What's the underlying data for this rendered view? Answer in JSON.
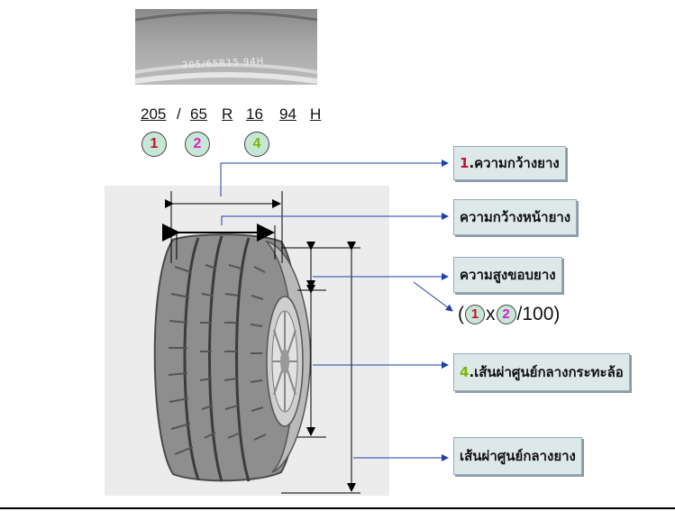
{
  "photo": {
    "sidewall_text": "205/65R15 94H"
  },
  "code": {
    "width": "205",
    "slash": "/",
    "aspect": "65",
    "construction": "R",
    "rim": "16",
    "load": "94",
    "speed": "H"
  },
  "markers": {
    "m1": "1",
    "m2": "2",
    "m4": "4"
  },
  "labels": {
    "section_width_num": "1",
    "section_width_text": ".ความกว้างยาง",
    "tread_width": "ความกว้างหน้ายาง",
    "sidewall_height": "ความสูงขอบยาง",
    "rim_diameter_num": "4",
    "rim_diameter_text": ".เส้นผ่าศูนย์กลางกระทะล้อ",
    "tire_diameter": "เส้นผ่าศูนย์กลางยาง"
  },
  "formula": {
    "open": "(",
    "m1": "1",
    "x": "x",
    "m2": "2",
    "tail": "/100)"
  },
  "colors": {
    "marker_bg": "#c6e6d6",
    "num1": "#c8102e",
    "num2": "#e01cc8",
    "num4": "#7ab800",
    "arrow": "#1f3fa8",
    "box_bg": "#dde8e8"
  }
}
